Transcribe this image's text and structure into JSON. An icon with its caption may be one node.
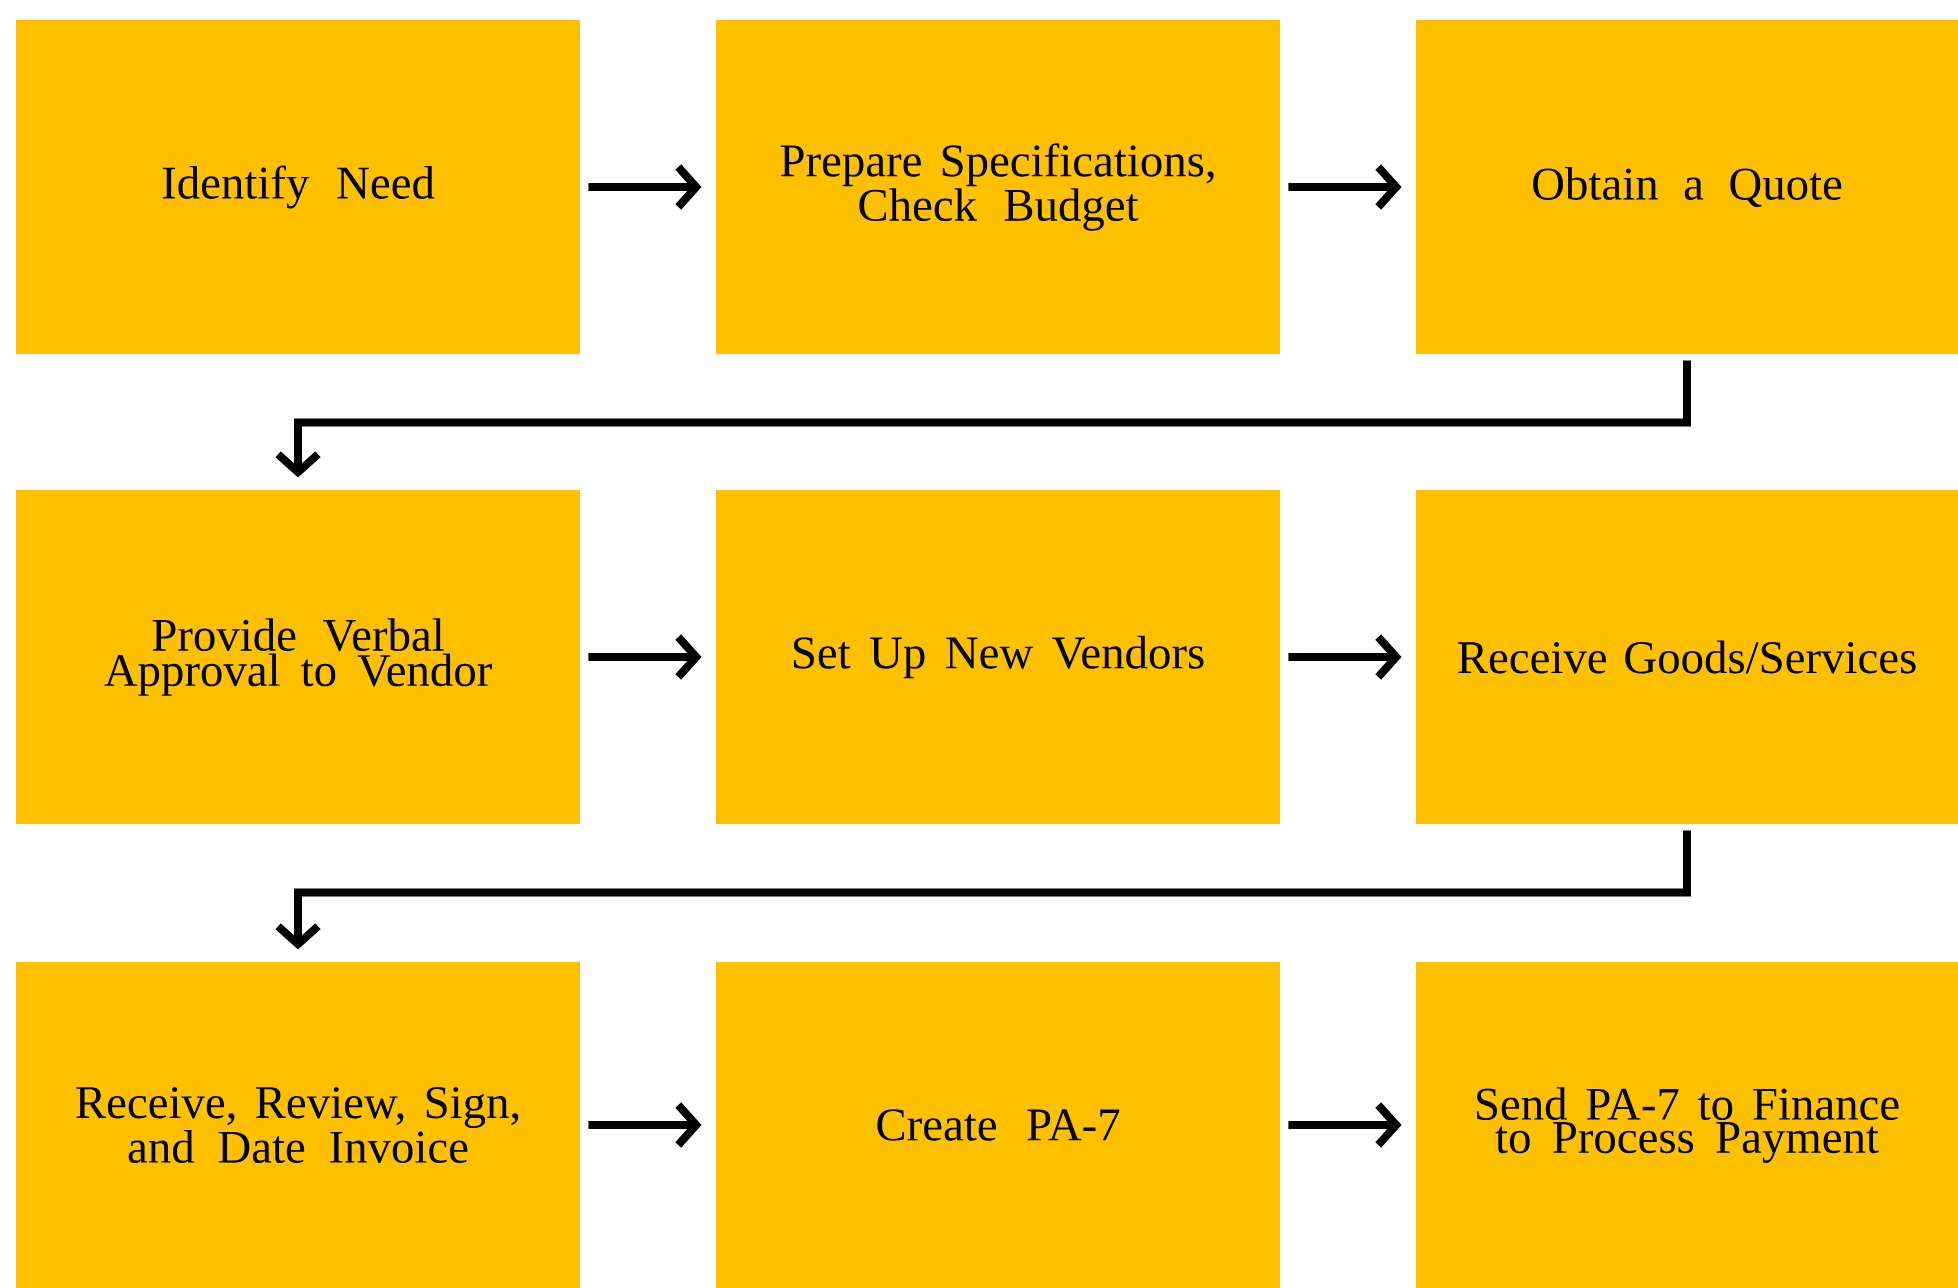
{
  "diagram": {
    "nodes": [
      {
        "text": [
          "Identify Need"
        ]
      },
      {
        "text": [
          "Prepare Specifications, Check Budget"
        ]
      },
      {
        "text": [
          "Obtain a Quote"
        ]
      },
      {
        "text": [
          "Provide Verbal Approval to Vendor"
        ]
      },
      {
        "text": [
          "Set Up New Vendors"
        ]
      },
      {
        "text": [
          "Receive Goods/Services"
        ]
      },
      {
        "text": [
          "Receive, Review, Sign, and Date Invoice"
        ]
      },
      {
        "text": [
          "Create PA-7"
        ]
      },
      {
        "text": [
          "Send PA-7 to Finance to Process Payment"
        ]
      }
    ],
    "edges": [
      {
        "from": 0,
        "to": 1,
        "arrow": "to"
      },
      {
        "from": 1,
        "to": 2,
        "arrow": "to"
      },
      {
        "from": 2,
        "to": 3,
        "arrow": "to"
      },
      {
        "from": 3,
        "to": 4,
        "arrow": "to"
      },
      {
        "from": 4,
        "to": 5,
        "arrow": "to"
      },
      {
        "from": 5,
        "to": 6,
        "arrow": "to"
      },
      {
        "from": 6,
        "to": 7,
        "arrow": "to"
      },
      {
        "from": 7,
        "to": 8,
        "arrow": "to"
      }
    ]
  }
}
